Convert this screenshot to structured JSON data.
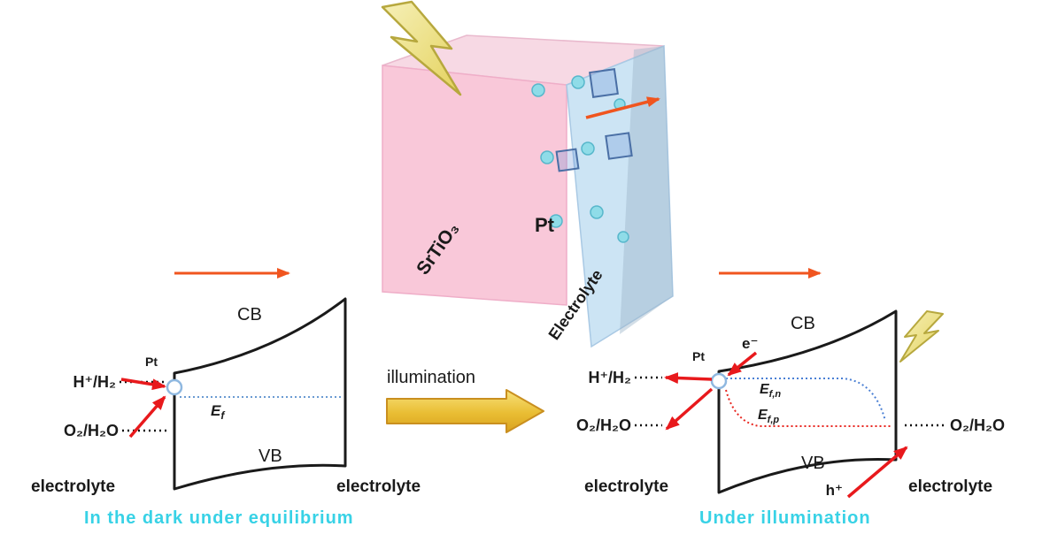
{
  "figure": {
    "cube": {
      "material_label": "SrTiO₃",
      "cocatalyst_label": "Pt",
      "electrolyte_label": "Electrolyte"
    },
    "transition": {
      "illumination_label": "illumination"
    },
    "left_panel": {
      "cb_label": "CB",
      "vb_label": "VB",
      "pt_label": "Pt",
      "fermi_symbol": "E",
      "fermi_sub": "f",
      "hydrogen_couple": "H⁺/H₂",
      "oxygen_couple": "O₂/H₂O",
      "electrolyte_left": "electrolyte",
      "electrolyte_right": "electrolyte",
      "caption": "In the dark under equilibrium"
    },
    "right_panel": {
      "cb_label": "CB",
      "vb_label": "VB",
      "pt_label": "Pt",
      "electron_label": "e⁻",
      "hole_label": "h⁺",
      "efn_symbol": "E",
      "efn_sub": "f,n",
      "efp_symbol": "E",
      "efp_sub": "f,p",
      "hydrogen_couple": "H⁺/H₂",
      "oxygen_couple_left": "O₂/H₂O",
      "oxygen_couple_right": "O₂/H₂O",
      "electrolyte_left": "electrolyte",
      "electrolyte_right": "electrolyte",
      "caption": "Under illumination"
    },
    "colors": {
      "orange_arrow": "#f0551f",
      "red_arrow": "#e8191c",
      "cyan_caption": "#38d2e6",
      "fermi_blue": "#6b9bd2",
      "efp_red": "#e8261f",
      "srtio3_red": "#e63946",
      "electrolyte_blue": "#5a9bd5",
      "cube_pink": "#f8c3d6",
      "cube_top_pink": "#f7d9e4",
      "cube_blue_panel": "#c3dff2",
      "bolt_yellow": "#ece28c",
      "block_arrow_gold": "#e9bd33"
    }
  }
}
